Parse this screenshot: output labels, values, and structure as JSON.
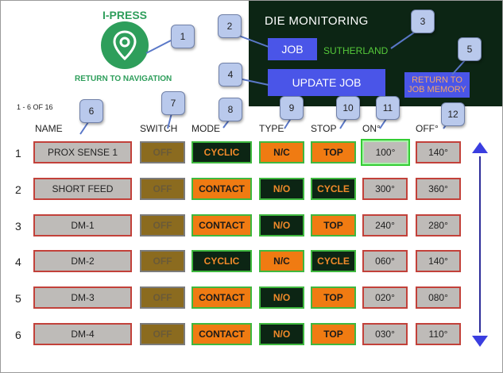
{
  "header": {
    "brand": "I-PRESS",
    "return_nav": "RETURN TO NAVIGATION",
    "panel_title": "DIE MONITORING",
    "job_label": "JOB",
    "job_name": "SUTHERLAND",
    "update_label": "UPDATE JOB",
    "return_job": "RETURN TO JOB MEMORY",
    "logo_icon": "location-pin-icon"
  },
  "colors": {
    "brand_green": "#2e9e5b",
    "panel_bg": "#0c2514",
    "button_blue": "#4a55e8",
    "pill_orange": "#f07b12",
    "border_red": "#c2413a",
    "border_green": "#3fb83f"
  },
  "callouts": [
    "1",
    "2",
    "3",
    "4",
    "5",
    "6",
    "7",
    "8",
    "9",
    "10",
    "11",
    "12"
  ],
  "list": {
    "count": "1 - 6 OF 16",
    "columns": {
      "name": "NAME",
      "switch": "SWITCH",
      "mode": "MODE",
      "type": "TYPE",
      "stop": "STOP",
      "on": "ON°",
      "off": "OFF°"
    },
    "rows": [
      {
        "num": "1",
        "name": "PROX SENSE 1",
        "switch": "OFF",
        "mode": "CYCLIC",
        "type": "N/C",
        "stop": "TOP",
        "on": "100°",
        "off": "140°"
      },
      {
        "num": "2",
        "name": "SHORT FEED",
        "switch": "OFF",
        "mode": "CONTACT",
        "type": "N/O",
        "stop": "CYCLE",
        "on": "300°",
        "off": "360°"
      },
      {
        "num": "3",
        "name": "DM-1",
        "switch": "OFF",
        "mode": "CONTACT",
        "type": "N/O",
        "stop": "TOP",
        "on": "240°",
        "off": "280°"
      },
      {
        "num": "4",
        "name": "DM-2",
        "switch": "OFF",
        "mode": "CYCLIC",
        "type": "N/C",
        "stop": "CYCLE",
        "on": "060°",
        "off": "140°"
      },
      {
        "num": "5",
        "name": "DM-3",
        "switch": "OFF",
        "mode": "CONTACT",
        "type": "N/O",
        "stop": "TOP",
        "on": "020°",
        "off": "080°"
      },
      {
        "num": "6",
        "name": "DM-4",
        "switch": "OFF",
        "mode": "CONTACT",
        "type": "N/O",
        "stop": "TOP",
        "on": "030°",
        "off": "110°"
      }
    ]
  },
  "scroll": {
    "up_icon": "triangle-up-icon",
    "down_icon": "triangle-down-icon"
  }
}
